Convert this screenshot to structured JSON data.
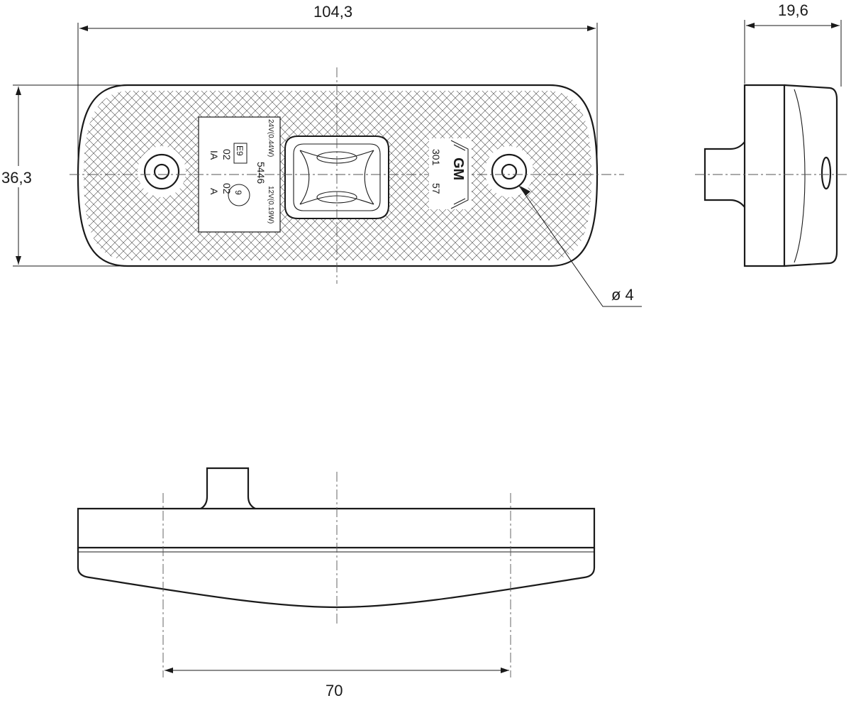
{
  "dimensions": {
    "overall_length": "104,3",
    "height": "36,3",
    "depth": "19,6",
    "hole_diameter": "ø 4",
    "hole_spacing": "70"
  },
  "markings": {
    "left_block": [
      "A",
      "IA",
      "02",
      "02",
      "E9",
      "9",
      "5446"
    ],
    "left_voltage_top": "24V(0.44W)",
    "left_voltage_bottom": "12V(0.19W)",
    "right_number_top": "301",
    "right_number_bottom": "57",
    "brand": "GM"
  },
  "colors": {
    "line": "#1a1a1a",
    "centerline": "#555555",
    "background": "#ffffff"
  }
}
